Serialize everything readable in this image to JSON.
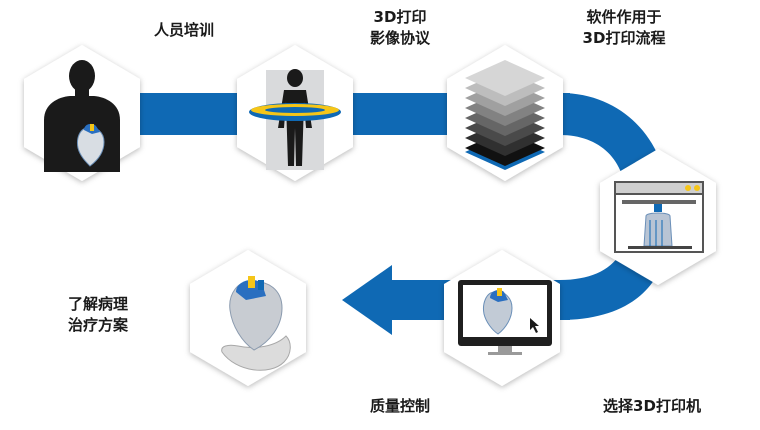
{
  "steps": {
    "step1": {
      "line1": "人员培训"
    },
    "step2": {
      "line1": "3D打印",
      "line2": "影像协议"
    },
    "step3": {
      "line1": "软件作用于",
      "line2": "3D打印流程"
    },
    "step4": {
      "line1": "选择3D打印机"
    },
    "step5": {
      "line1": "质量控制"
    },
    "step6": {
      "line1": "了解病理",
      "line2": "治疗方案"
    }
  },
  "colors": {
    "flow_blue": "#0f69b4",
    "accent_yellow": "#f5c518",
    "hex_fill": "#ffffff",
    "silhouette": "#1a1a1a"
  }
}
